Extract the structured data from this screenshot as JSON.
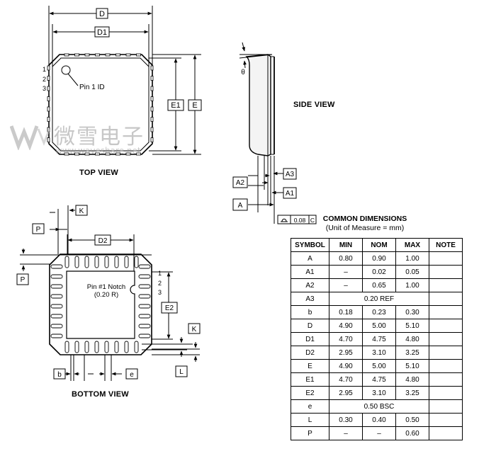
{
  "views": {
    "top": "TOP VIEW",
    "side": "SIDE VIEW",
    "bottom": "BOTTOM VIEW"
  },
  "labels": {
    "D": "D",
    "D1": "D1",
    "E": "E",
    "E1": "E1",
    "pin1_id": "Pin 1 ID",
    "pin_numbers": [
      "1",
      "2",
      "3"
    ],
    "theta": "θ",
    "A": "A",
    "A1": "A1",
    "A2": "A2",
    "A3": "A3",
    "coplanarity": "0.08",
    "datum_c": "C",
    "K": "K",
    "P": "P",
    "D2": "D2",
    "E2": "E2",
    "b": "b",
    "e": "e",
    "L": "L",
    "notch_line1": "Pin #1 Notch",
    "notch_line2": "(0.20 R)"
  },
  "watermark": {
    "text": "微雪电子",
    "url": "www.waveshare.net"
  },
  "table": {
    "title": "COMMON DIMENSIONS",
    "subtitle": "(Unit of Measure = mm)",
    "headers": [
      "SYMBOL",
      "MIN",
      "NOM",
      "MAX",
      "NOTE"
    ],
    "rows": [
      {
        "symbol": "A",
        "min": "0.80",
        "nom": "0.90",
        "max": "1.00",
        "note": ""
      },
      {
        "symbol": "A1",
        "min": "–",
        "nom": "0.02",
        "max": "0.05",
        "note": ""
      },
      {
        "symbol": "A2",
        "min": "–",
        "nom": "0.65",
        "max": "1.00",
        "note": ""
      },
      {
        "symbol": "A3",
        "span": "0.20 REF",
        "note": ""
      },
      {
        "symbol": "b",
        "min": "0.18",
        "nom": "0.23",
        "max": "0.30",
        "note": ""
      },
      {
        "symbol": "D",
        "min": "4.90",
        "nom": "5.00",
        "max": "5.10",
        "note": ""
      },
      {
        "symbol": "D1",
        "min": "4.70",
        "nom": "4.75",
        "max": "4.80",
        "note": ""
      },
      {
        "symbol": "D2",
        "min": "2.95",
        "nom": "3.10",
        "max": "3.25",
        "note": ""
      },
      {
        "symbol": "E",
        "min": "4.90",
        "nom": "5.00",
        "max": "5.10",
        "note": ""
      },
      {
        "symbol": "E1",
        "min": "4.70",
        "nom": "4.75",
        "max": "4.80",
        "note": ""
      },
      {
        "symbol": "E2",
        "min": "2.95",
        "nom": "3.10",
        "max": "3.25",
        "note": ""
      },
      {
        "symbol": "e",
        "span": "0.50 BSC",
        "note": ""
      },
      {
        "symbol": "L",
        "min": "0.30",
        "nom": "0.40",
        "max": "0.50",
        "note": ""
      },
      {
        "symbol": "P",
        "min": "–",
        "nom": "–",
        "max": "0.60",
        "note": ""
      }
    ]
  }
}
